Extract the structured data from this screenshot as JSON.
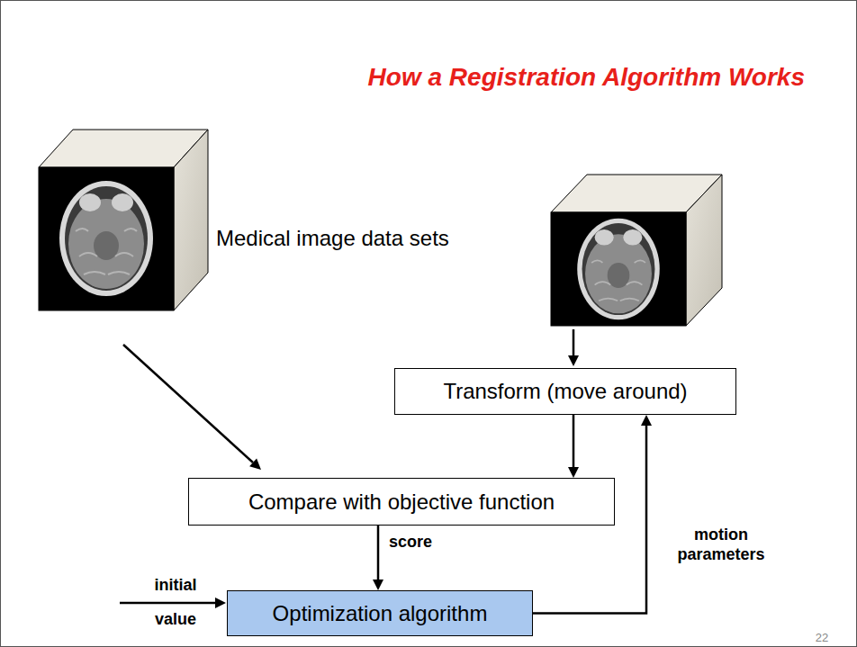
{
  "diagram": {
    "title": "How a Registration Algorithm Works",
    "nodes": [
      {
        "text": [
          "Transform (move around)"
        ]
      },
      {
        "text": [
          "Compare with objective function"
        ]
      },
      {
        "text": [
          "Optimization algorithm"
        ]
      }
    ],
    "edges": [
      {
        "from": 0,
        "to": 1,
        "arrow": "to"
      },
      {
        "from": 1,
        "to": 2,
        "label": "score",
        "arrow": "to"
      },
      {
        "from": 2,
        "to": 0,
        "label": "motion parameters",
        "arrow": "to"
      }
    ],
    "labels": [
      "Medical image data sets",
      "initial value",
      "22"
    ]
  }
}
